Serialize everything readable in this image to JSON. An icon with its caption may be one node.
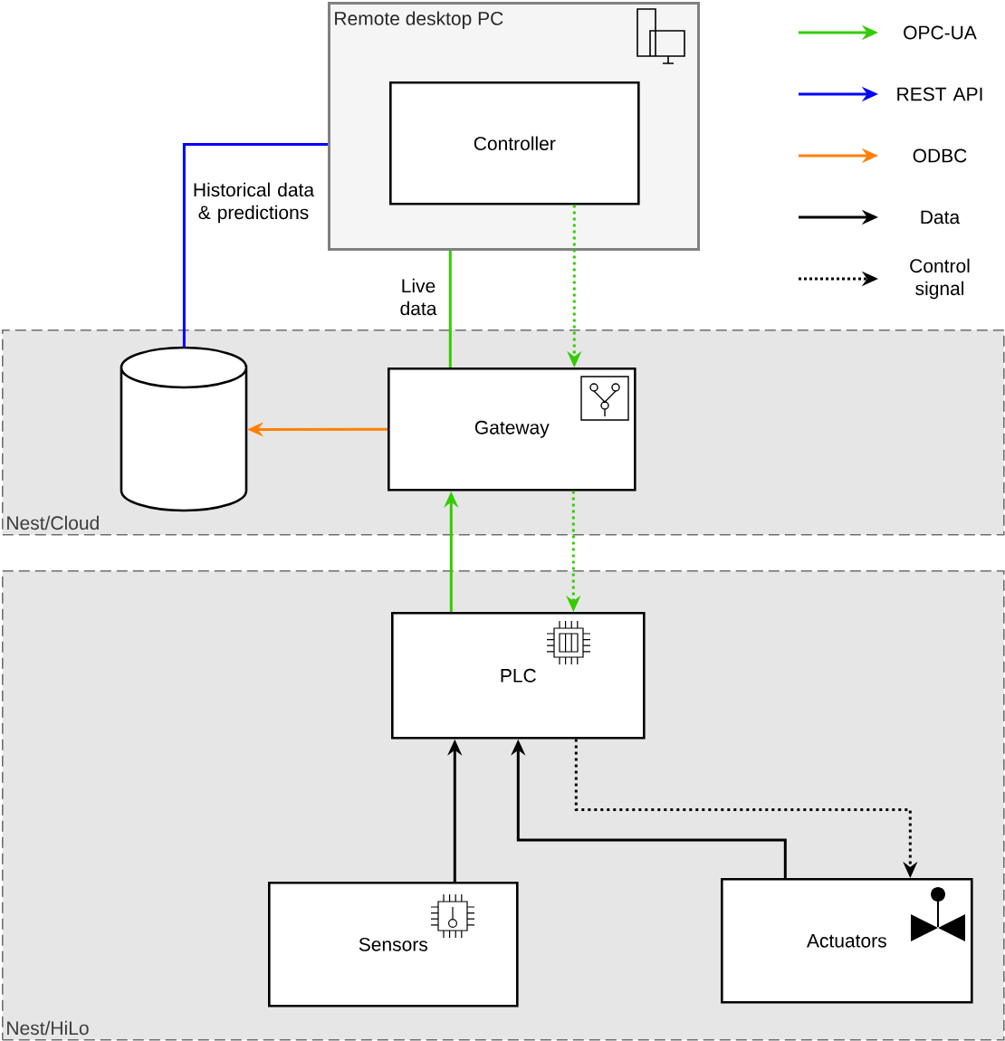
{
  "diagram": {
    "nodes": [
      {
        "text": [
          "Remote desktop PC"
        ]
      },
      {
        "text": [
          "Controller"
        ],
        "in": 0
      },
      {
        "text": [
          "Nest/Cloud"
        ]
      },
      {
        "text": [],
        "shape": "cylinder",
        "in": 2
      },
      {
        "text": [
          "Gateway"
        ],
        "in": 2
      },
      {
        "text": [
          "Nest/HiLo"
        ]
      },
      {
        "text": [
          "PLC"
        ],
        "in": 5
      },
      {
        "text": [
          "Sensors"
        ],
        "in": 5
      },
      {
        "text": [
          "Actuators"
        ],
        "in": 5
      }
    ],
    "edges": [
      {
        "from": 4,
        "to": 3,
        "arrow": "to",
        "color": "#ff8000"
      },
      {
        "from": 3,
        "to": 0,
        "arrow": "none",
        "color": "#0000ff",
        "label": "Historical data & predictions"
      },
      {
        "from": 4,
        "to": 0,
        "arrow": "none",
        "color": "#33cc00",
        "label": "Live data"
      },
      {
        "from": 6,
        "to": 4,
        "arrow": "to",
        "color": "#33cc00"
      },
      {
        "from": 1,
        "to": 4,
        "arrow": "to",
        "color": "#33cc00",
        "style": "dashed"
      },
      {
        "from": 4,
        "to": 6,
        "arrow": "to",
        "color": "#33cc00",
        "style": "dashed"
      },
      {
        "from": 7,
        "to": 6,
        "arrow": "to",
        "color": "#000000"
      },
      {
        "from": 8,
        "to": 6,
        "arrow": "to",
        "color": "#000000"
      },
      {
        "from": 6,
        "to": 8,
        "arrow": "to",
        "style": "dashed",
        "color": "#000000"
      }
    ],
    "legend": [
      {
        "text": "OPC-UA"
      },
      {
        "text": "REST API"
      },
      {
        "text": "ODBC"
      },
      {
        "text": "Data"
      },
      {
        "text": "Control signal"
      }
    ]
  }
}
